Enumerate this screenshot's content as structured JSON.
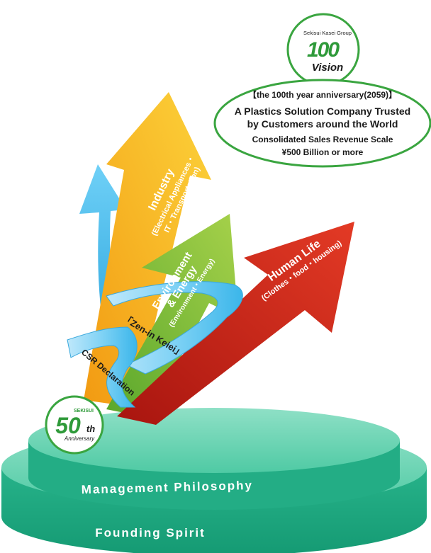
{
  "vision_logo": {
    "group_label": "Sekisui Kasei Group",
    "number": "100",
    "word": "Vision"
  },
  "vision_bubble": {
    "line1": "【the 100th year anniversary(2059)】",
    "line2": "A Plastics Solution Company Trusted",
    "line3": "by Customers around the World",
    "line4": "Consolidated Sales Revenue Scale",
    "line5": "¥500 Billion or more"
  },
  "arrows": {
    "industry": {
      "title": "Industry",
      "sub1": "(Electrical Appliances・",
      "sub2": "IT・Transportation)",
      "color": "#f7a51b"
    },
    "environment": {
      "title1": "Environment",
      "title2": "& Energy",
      "sub": "(Environment・Energy)",
      "color": "#8cc03f"
    },
    "human_life": {
      "title": "Human Life",
      "sub": "(Clothes・food・housing)",
      "color": "#d7281c"
    },
    "csr": {
      "color": "#3bb6ea"
    }
  },
  "ribbon": {
    "zen_in_keiei": "「Zen-in Keiei」",
    "csr_declaration": "CSR Declaration"
  },
  "anniversary_logo": {
    "brand": "SEKISUI",
    "number": "50",
    "suffix": "th",
    "word": "Anniversary"
  },
  "pedestal": {
    "upper_label": "Management Philosophy",
    "lower_label": "Founding Spirit",
    "color": "#2ebd93"
  }
}
